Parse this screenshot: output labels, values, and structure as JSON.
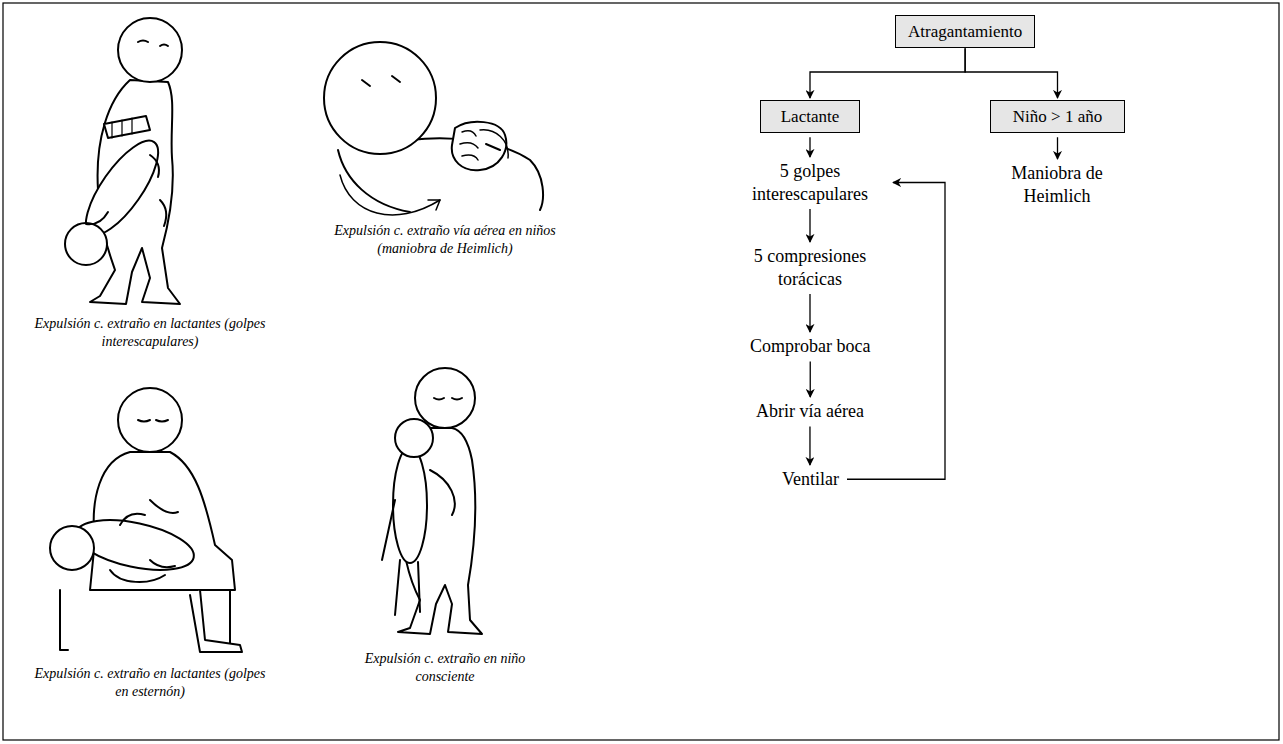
{
  "diagram": {
    "nodes": [
      {
        "text": [
          "Atragantamiento"
        ]
      },
      {
        "text": [
          "Lactante"
        ]
      },
      {
        "text": [
          "Niño > 1 año"
        ]
      },
      {
        "text": [
          "5 golpes interescapulares"
        ]
      },
      {
        "text": [
          "5 compresiones torácicas"
        ]
      },
      {
        "text": [
          "Comprobar boca"
        ]
      },
      {
        "text": [
          "Abrir vía aérea"
        ]
      },
      {
        "text": [
          "Ventilar"
        ]
      },
      {
        "text": [
          "Maniobra de Heimlich"
        ]
      }
    ],
    "edges": [
      {
        "from": 0,
        "to": 1,
        "arrow": "to"
      },
      {
        "from": 0,
        "to": 2,
        "arrow": "to"
      },
      {
        "from": 1,
        "to": 3,
        "arrow": "to"
      },
      {
        "from": 3,
        "to": 4,
        "arrow": "to"
      },
      {
        "from": 4,
        "to": 5,
        "arrow": "to"
      },
      {
        "from": 5,
        "to": 6,
        "arrow": "to"
      },
      {
        "from": 6,
        "to": 7,
        "arrow": "to"
      },
      {
        "from": 7,
        "to": 3,
        "arrow": "to"
      },
      {
        "from": 2,
        "to": 8,
        "arrow": "to"
      }
    ],
    "labels": [
      "Expulsión c. extraño en lactantes (golpes interescapulares)",
      "Expulsión c. extraño vía aérea en niños (maniobra de Heimlich)",
      "Expulsión c. extraño en lactantes (golpes en esternón)",
      "Expulsión c. extraño en niño consciente"
    ]
  }
}
